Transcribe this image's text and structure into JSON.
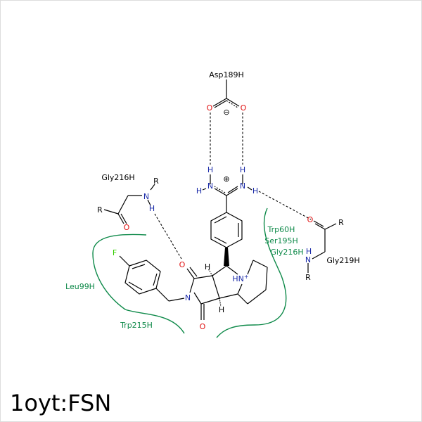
{
  "title": "1oyt:FSN",
  "colors": {
    "pocket": "#0f8a4a",
    "nitrogen": "#1a2aa8",
    "oxygen": "#e01010",
    "fluorine": "#33cc00"
  },
  "residues": {
    "asp189": "Asp189H",
    "gly216_top": "Gly216H",
    "gly219": "Gly219H"
  },
  "pocket_labels": {
    "trp60": "Trp60H",
    "ser195": "Ser195H",
    "gly216": "Gly216H",
    "leu99": "Leu99H",
    "trp215": "Trp215H"
  },
  "atoms": {
    "O": "O",
    "N": "N",
    "H": "H",
    "F": "F",
    "R": "R",
    "HN_plus": "HN",
    "plus": "+",
    "minus_circle": "⊖",
    "plus_circle": "⊕"
  }
}
